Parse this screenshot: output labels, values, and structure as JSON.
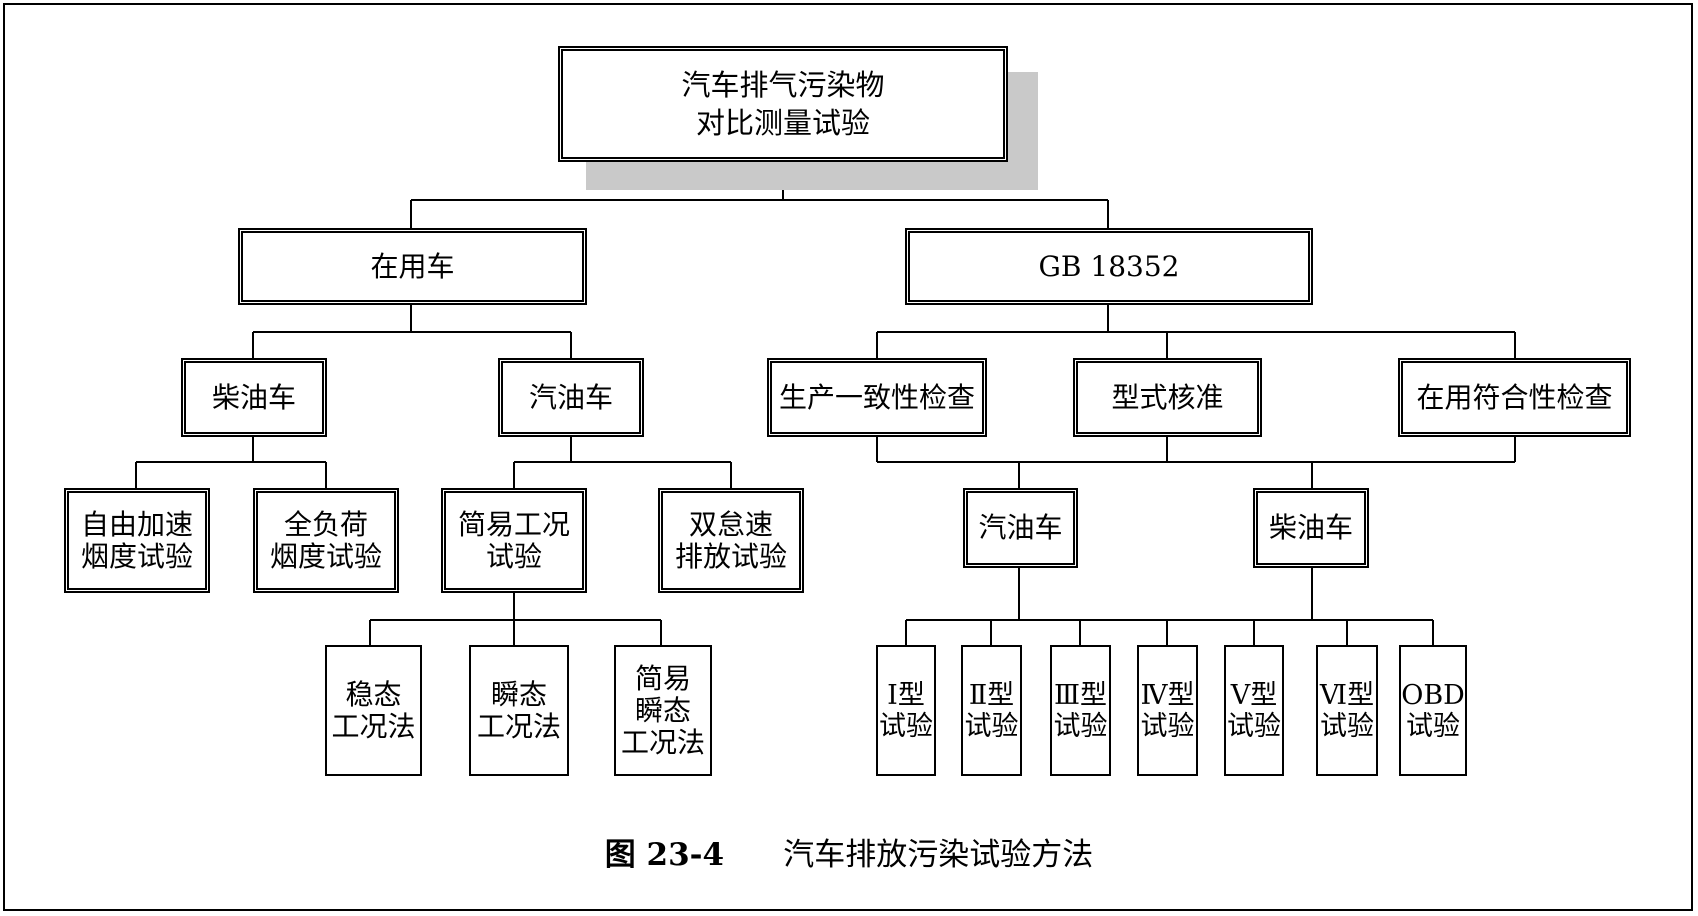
{
  "diagram": {
    "root": "汽车排气污染物\n对比测量试验",
    "in_use": {
      "label": "在用车",
      "diesel": {
        "label": "柴油车",
        "free_accel": "自由加速\n烟度试验",
        "full_load": "全负荷\n烟度试验"
      },
      "gasoline": {
        "label": "汽油车",
        "simple_condition": "简易工况\n试验",
        "steady_state": "稳态\n工况法",
        "transient": "瞬态\n工况法",
        "simple_transient": "简易\n瞬态\n工况法",
        "double_idle": "双怠速\n排放试验"
      }
    },
    "standard": {
      "label": "GB 18352",
      "cop": "生产一致性检查",
      "type_approval": "型式核准",
      "in_service_conformity": "在用符合性检查",
      "gasoline": "汽油车",
      "diesel": "柴油车",
      "tests": [
        "Ⅰ型\n试验",
        "Ⅱ型\n试验",
        "Ⅲ型\n试验",
        "Ⅳ型\n试验",
        "Ⅴ型\n试验",
        "Ⅵ型\n试验",
        "OBD\n试验"
      ]
    }
  },
  "caption": {
    "number": "图 23-4",
    "title": "汽车排放污染试验方法"
  }
}
